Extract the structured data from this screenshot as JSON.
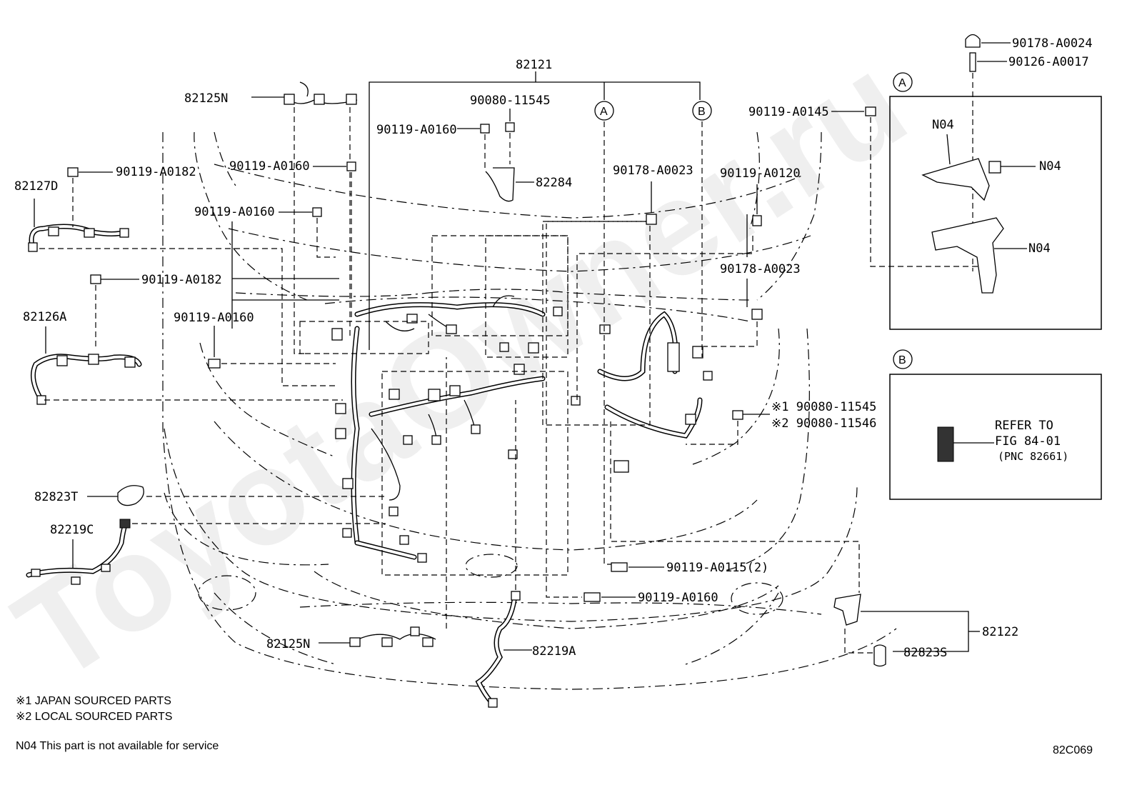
{
  "diagram": {
    "main_part": "82121",
    "callouts": {
      "c82125N_top": "82125N",
      "c82127D": "82127D",
      "c82126A": "82126A",
      "c82823T": "82823T",
      "c82219C": "82219C",
      "c82125N_bottom": "82125N",
      "c82219A": "82219A",
      "c82284": "82284",
      "c82122": "82122",
      "c82823S": "82823S",
      "b90080_11545_top": "90080-11545",
      "b90119_A0160_a": "90119-A0160",
      "b90119_A0160_b": "90119-A0160",
      "b90119_A0160_c": "90119-A0160",
      "b90119_A0160_d": "90119-A0160",
      "b90119_A0160_e": "90119-A0160",
      "b90119_A0182_a": "90119-A0182",
      "b90119_A0182_b": "90119-A0182",
      "b90178_A0023_a": "90178-A0023",
      "b90178_A0023_b": "90178-A0023",
      "b90119_A0120": "90119-A0120",
      "b90119_A0145": "90119-A0145",
      "b90178_A0024": "90178-A0024",
      "b90126_A0017": "90126-A0017",
      "b90119_A0115": "90119-A0115(2)",
      "b90080_11545_j": "※1 90080-11545",
      "b90080_11546_l": "※2 90080-11546"
    },
    "circle_markers": {
      "a": "A",
      "b": "B"
    },
    "detail_a": {
      "marker": "A",
      "n04_1": "N04",
      "n04_2": "N04",
      "n04_3": "N04"
    },
    "detail_b": {
      "marker": "B",
      "refer_1": "REFER TO",
      "refer_2": "FIG 84-01",
      "refer_3": "(PNC 82661)"
    },
    "notes": {
      "note1": "※1 JAPAN SOURCED PARTS",
      "note2": "※2 LOCAL SOURCED PARTS",
      "note3": "N04 This part is not available for service"
    },
    "figure_code": "82C069",
    "watermark": "ToyotaOwner.ru"
  }
}
